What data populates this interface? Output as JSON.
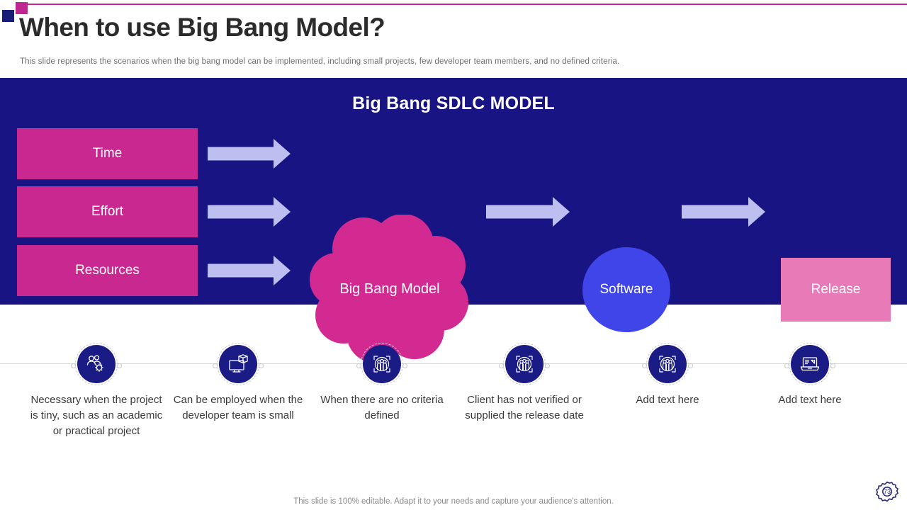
{
  "header": {
    "title": "When to use Big Bang Model?",
    "subtitle": "This slide represents the scenarios when the big bang model can be implemented,  including small projects, few developer  team members, and no defined criteria.",
    "accent_pink": "#c0268f",
    "accent_navy": "#1b1b7a"
  },
  "diagram": {
    "title": "Big Bang SDLC MODEL",
    "band_color": "#191484",
    "input_box_color": "#c92890",
    "arrow_color": "#bcbfef",
    "cloud_color": "#d22a90",
    "circle_color": "#3f45e8",
    "release_color": "#e87ab8",
    "inputs": [
      {
        "label": "Time"
      },
      {
        "label": "Effort"
      },
      {
        "label": "Resources"
      }
    ],
    "process": {
      "label": "Big Bang Model",
      "shape": "cloud"
    },
    "output": {
      "label": "Software",
      "shape": "circle"
    },
    "release": {
      "label": "Release",
      "shape": "rectangle"
    }
  },
  "timeline": {
    "items": [
      {
        "icon": "people-gear-icon",
        "caption": "Necessary when the project is tiny, such as an academic or practical project"
      },
      {
        "icon": "monitor-package-icon",
        "caption": "Can be employed when the developer team is small"
      },
      {
        "icon": "team-frame-icon",
        "caption": "When there are no criteria defined"
      },
      {
        "icon": "team-frame-icon",
        "caption": "Client has not verified or supplied the release date"
      },
      {
        "icon": "team-frame-icon",
        "caption": "Add text here"
      },
      {
        "icon": "laptop-icon",
        "caption": "Add text here"
      }
    ]
  },
  "footer": {
    "note": "This slide is 100% editable. Adapt it to your needs and capture your audience's attention.",
    "brand_number": "73"
  }
}
